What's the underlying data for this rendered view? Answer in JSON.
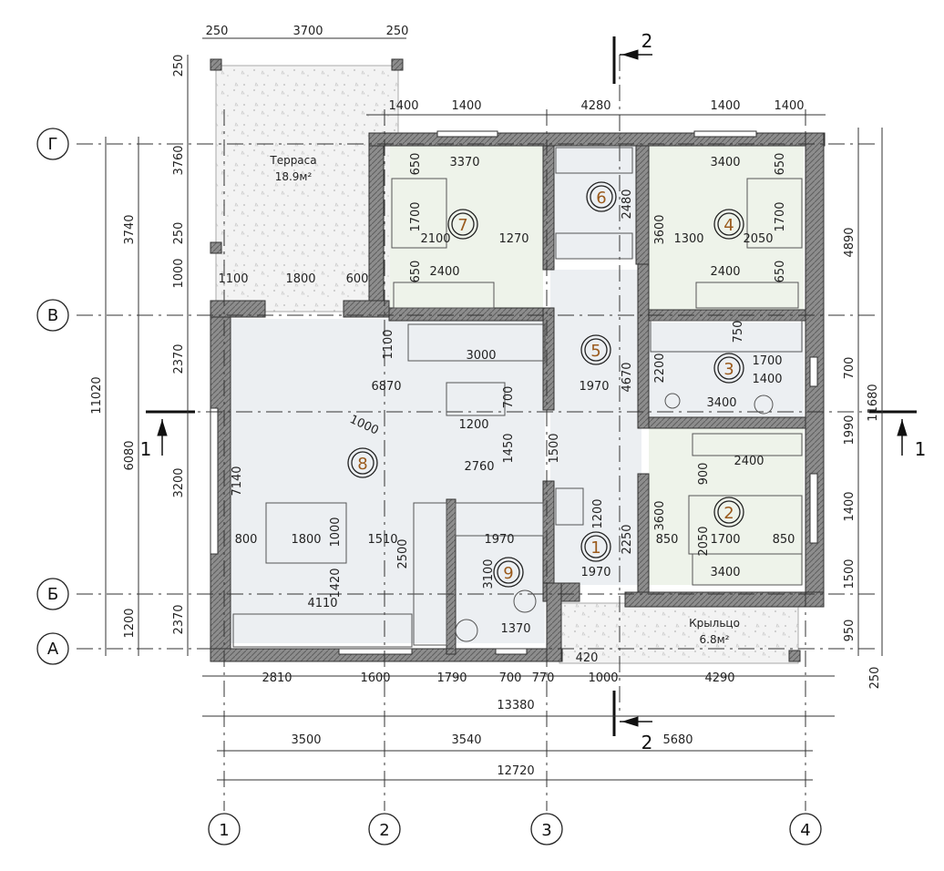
{
  "axes": {
    "horizontal": [
      "1",
      "2",
      "3",
      "4"
    ],
    "vertical": [
      "Г",
      "В",
      "Б",
      "А"
    ]
  },
  "section_marks": [
    "1",
    "1",
    "2",
    "2"
  ],
  "rooms": [
    {
      "num": "1"
    },
    {
      "num": "2"
    },
    {
      "num": "3"
    },
    {
      "num": "4"
    },
    {
      "num": "5"
    },
    {
      "num": "6"
    },
    {
      "num": "7"
    },
    {
      "num": "8"
    },
    {
      "num": "9"
    }
  ],
  "labels": {
    "terrace_name": "Терраса",
    "terrace_area": "18.9м²",
    "porch_name": "Крыльцо",
    "porch_area": "6.8м²"
  },
  "dims": {
    "top_250a": "250",
    "top_3700": "3700",
    "top_250b": "250",
    "t2_1400a": "1400",
    "t2_1400b": "1400",
    "t2_4280": "4280",
    "t2_1400c": "1400",
    "t2_1400d": "1400",
    "b1_2810": "2810",
    "b1_1600": "1600",
    "b1_1790": "1790",
    "b1_700": "700",
    "b1_770": "770",
    "b1_420": "420",
    "b1_1000": "1000",
    "b1_4290": "4290",
    "b1_250": "250",
    "b2_13380": "13380",
    "b3_3500": "3500",
    "b3_3540": "3540",
    "b3_5680": "5680",
    "b4_12720": "12720",
    "l1_11020": "11020",
    "l2_3740": "3740",
    "l2_6080": "6080",
    "l2_1200": "1200",
    "l3_250a": "250",
    "l3_3760": "3760",
    "l3_250b": "250",
    "l3_1000": "1000",
    "l3_2370a": "2370",
    "l3_3200": "3200",
    "l3_2370b": "2370",
    "r1_4890": "4890",
    "r1_700": "700",
    "r1_1990": "1990",
    "r1_1400": "1400",
    "r1_1500": "1500",
    "r1_950": "950",
    "r2_11680": "11680",
    "r7_3370": "3370",
    "r7_650a": "650",
    "r7_1700": "1700",
    "r7_2100": "2100",
    "r7_1270": "1270",
    "r7_650b": "650",
    "r7_2400": "2400",
    "r6_2480": "2480",
    "r4_3400": "3400",
    "r4_650a": "650",
    "r4_3600": "3600",
    "r4_1300": "1300",
    "r4_2050": "2050",
    "r4_1700": "1700",
    "r4_2400": "2400",
    "r4_650b": "650",
    "terr_1100": "1100",
    "terr_1800": "1800",
    "terr_600": "600",
    "r8_1100": "1100",
    "r8_3000": "3000",
    "r8_6870": "6870",
    "r8_1000a": "1000",
    "r8_1200": "1200",
    "r8_700": "700",
    "r8_1450": "1450",
    "r8_1500": "1500",
    "r8_2760": "2760",
    "r8_7140": "7140",
    "r8_800": "800",
    "r8_1800": "1800",
    "r8_1000b": "1000",
    "r8_1510": "1510",
    "r8_1420": "1420",
    "r8_2500": "2500",
    "r8_4110": "4110",
    "r5_1970": "1970",
    "r5_4670": "4670",
    "r3_750": "750",
    "r3_2200": "2200",
    "r3_1700": "1700",
    "r3_1400": "1400",
    "r3_3400": "3400",
    "r2_2400": "2400",
    "r2_900": "900",
    "r2_3600": "3600",
    "r2_2050": "2050",
    "r2_850a": "850",
    "r2_1700": "1700",
    "r2_850b": "850",
    "r2_3400": "3400",
    "r1_1200": "1200",
    "r1_2250": "2250",
    "r1_1970": "1970",
    "r9_1970": "1970",
    "r9_3100": "3100",
    "r9_1370": "1370"
  }
}
